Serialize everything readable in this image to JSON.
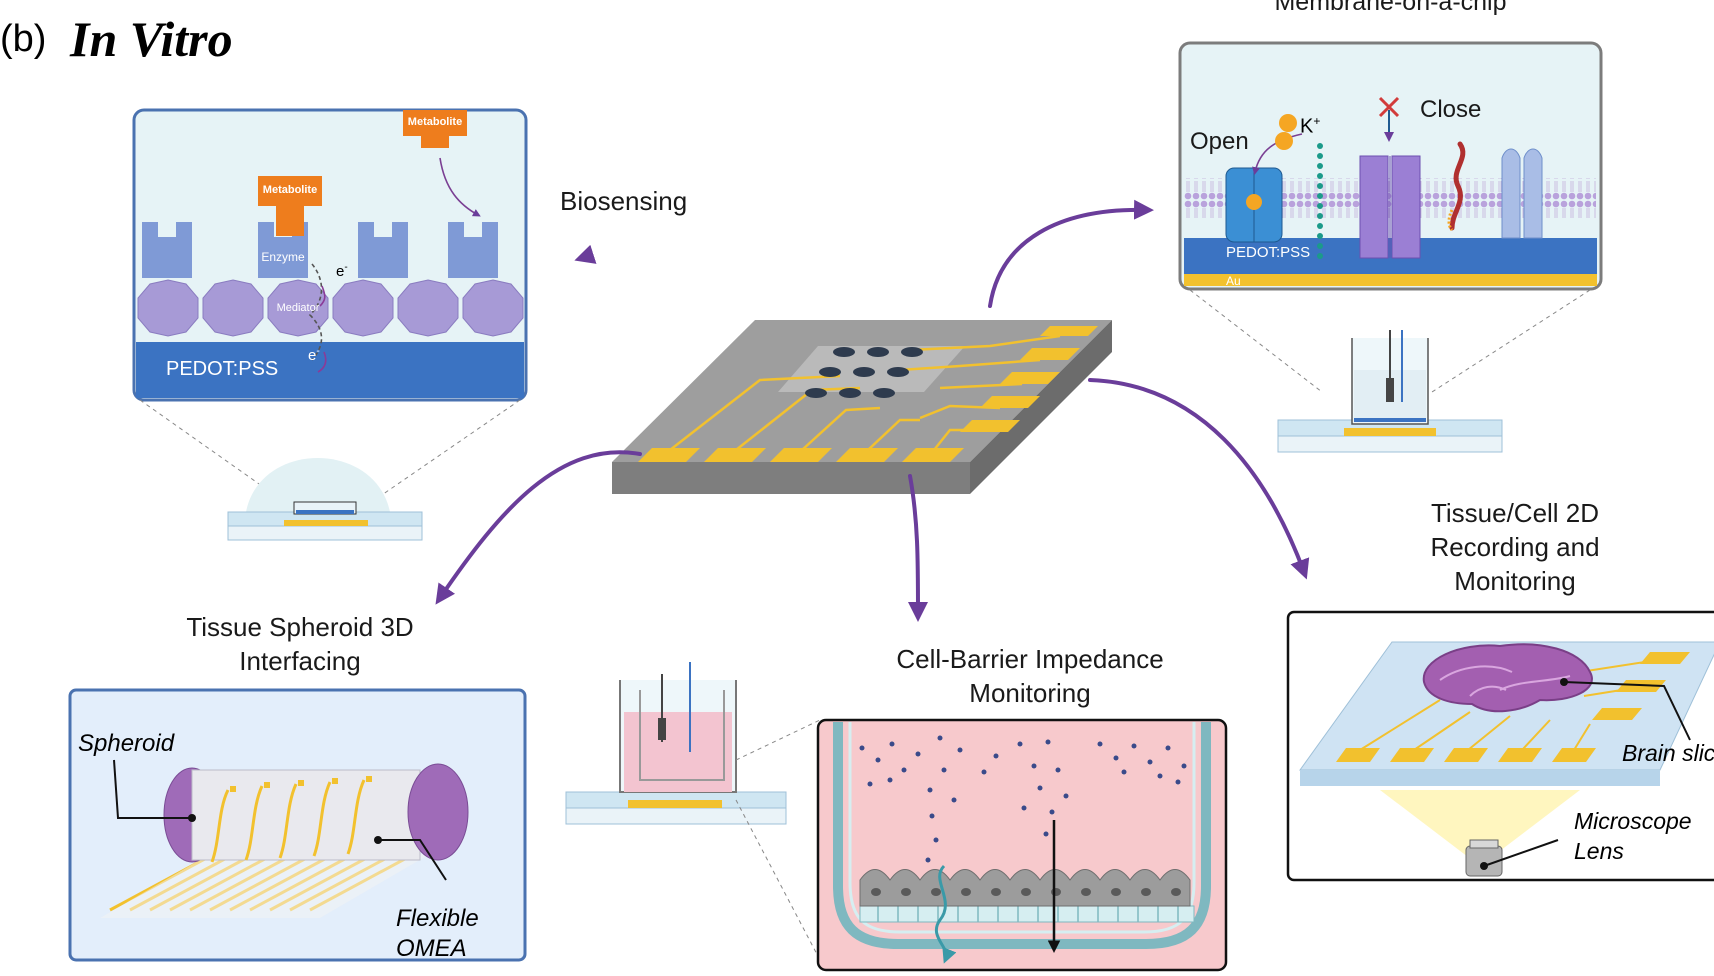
{
  "figure": {
    "panel_label": "(b)",
    "title": "In Vitro"
  },
  "biosensing": {
    "title": "Biosensing",
    "metabolite_top": "Metabolite",
    "metabolite_bound": "Metabolite",
    "enzyme": "Enzyme",
    "mediator": "Mediator",
    "electron_1": "e",
    "electron_2": "e",
    "electron_sup": "-",
    "substrate": "PEDOT:PSS"
  },
  "membrane": {
    "title": "Membrane-on-a-chip",
    "open": "Open",
    "close": "Close",
    "ion": "K",
    "ion_sup": "+",
    "pedot": "PEDOT:PSS",
    "au": "Au"
  },
  "spheroid": {
    "title_line1": "Tissue Spheroid 3D",
    "title_line2": "Interfacing",
    "spheroid_label": "Spheroid",
    "omea_line1": "Flexible",
    "omea_line2": "OMEA"
  },
  "barrier": {
    "title_line1": "Cell-Barrier Impedance",
    "title_line2": "Monitoring"
  },
  "tissue2d": {
    "title_line1": "Tissue/Cell 2D",
    "title_line2": "Recording and",
    "title_line3": "Monitoring",
    "brain_label": "Brain slice",
    "lens_line1": "Microscope",
    "lens_line2": "Lens"
  },
  "colors": {
    "arrow": "#6a3d9a",
    "pedot": "#3b73c2",
    "gold": "#f2c12e",
    "metabolite": "#ee7d1d",
    "enzyme": "#7f9ad6",
    "mediator": "#a79ad6",
    "panel_border_blue": "#4a72b0",
    "panel_border_gray": "#7c7c7c"
  }
}
